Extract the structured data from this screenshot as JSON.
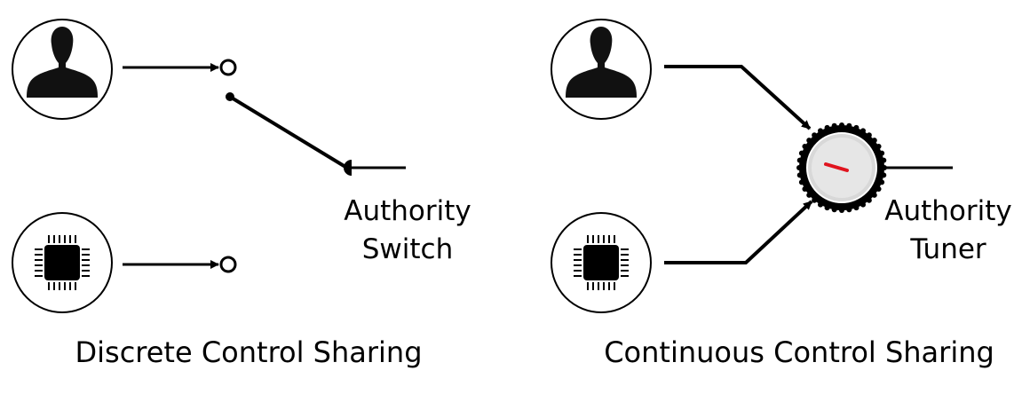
{
  "left_panel": {
    "switch_label_line1": "Authority",
    "switch_label_line2": "Switch",
    "caption": "Discrete Control Sharing",
    "human_icon": "person-silhouette-icon",
    "machine_icon": "microchip-icon"
  },
  "right_panel": {
    "tuner_label_line1": "Authority",
    "tuner_label_line2": "Tuner",
    "caption": "Continuous Control Sharing",
    "human_icon": "person-silhouette-icon",
    "machine_icon": "microchip-icon"
  },
  "colors": {
    "line": "#000000",
    "dial_face": "#e0e0e0",
    "dial_pointer": "#e0141e"
  }
}
